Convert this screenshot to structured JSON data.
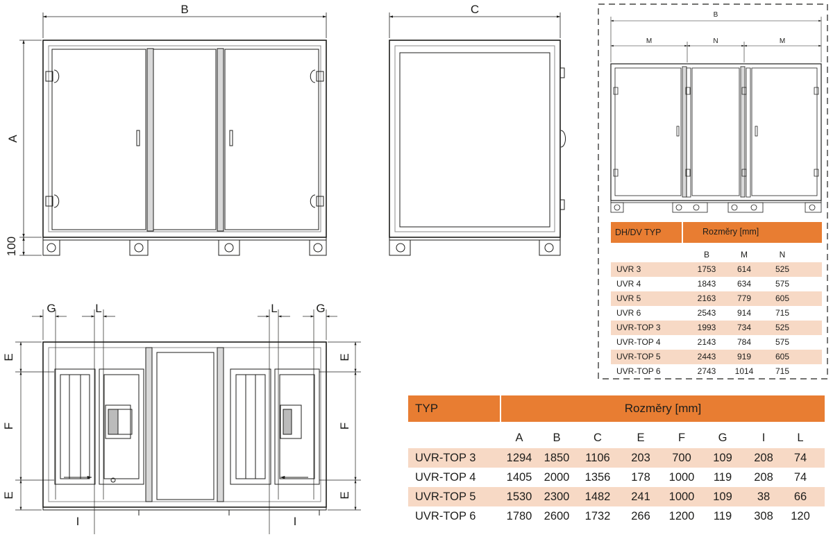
{
  "dimension_labels": {
    "front_width": "B",
    "front_height": "A",
    "base_height": "100",
    "side_width": "C",
    "inset_total": "B",
    "inset_m_left": "M",
    "inset_n": "N",
    "inset_m_right": "M",
    "top_g_left": "G",
    "top_l_left": "L",
    "top_l_right": "L",
    "top_g_right": "G",
    "top_e_left_upper": "E",
    "top_f_left": "F",
    "top_e_left_lower": "E",
    "top_e_right_upper": "E",
    "top_f_right": "F",
    "top_e_right_lower": "E",
    "top_i_left": "I",
    "top_i_right": "I"
  },
  "small_table": {
    "type_header": "DH/DV TYP",
    "dims_header": "Rozměry [mm]",
    "columns": [
      "B",
      "M",
      "N"
    ],
    "rows": [
      {
        "name": "UVR 3",
        "values": [
          "1753",
          "614",
          "525"
        ]
      },
      {
        "name": "UVR 4",
        "values": [
          "1843",
          "634",
          "575"
        ]
      },
      {
        "name": "UVR 5",
        "values": [
          "2163",
          "779",
          "605"
        ]
      },
      {
        "name": "UVR 6",
        "values": [
          "2543",
          "914",
          "715"
        ]
      },
      {
        "name": "UVR-TOP 3",
        "values": [
          "1993",
          "734",
          "525"
        ]
      },
      {
        "name": "UVR-TOP 4",
        "values": [
          "2143",
          "784",
          "575"
        ]
      },
      {
        "name": "UVR-TOP 5",
        "values": [
          "2443",
          "919",
          "605"
        ]
      },
      {
        "name": "UVR-TOP 6",
        "values": [
          "2743",
          "1014",
          "715"
        ]
      }
    ]
  },
  "big_table": {
    "type_header": "TYP",
    "dims_header": "Rozměry [mm]",
    "columns": [
      "A",
      "B",
      "C",
      "E",
      "F",
      "G",
      "I",
      "L"
    ],
    "rows": [
      {
        "name": "UVR-TOP 3",
        "values": [
          "1294",
          "1850",
          "1106",
          "203",
          "700",
          "109",
          "208",
          "74"
        ]
      },
      {
        "name": "UVR-TOP 4",
        "values": [
          "1405",
          "2000",
          "1356",
          "178",
          "1000",
          "119",
          "208",
          "74"
        ]
      },
      {
        "name": "UVR-TOP 5",
        "values": [
          "1530",
          "2300",
          "1482",
          "241",
          "1000",
          "109",
          "38",
          "66"
        ]
      },
      {
        "name": "UVR-TOP 6",
        "values": [
          "1780",
          "2600",
          "1732",
          "266",
          "1200",
          "119",
          "308",
          "120"
        ]
      }
    ]
  },
  "colors": {
    "header_orange": "#e87d32",
    "row_shade": "#f7d9c5",
    "line": "#1d1d1b"
  }
}
